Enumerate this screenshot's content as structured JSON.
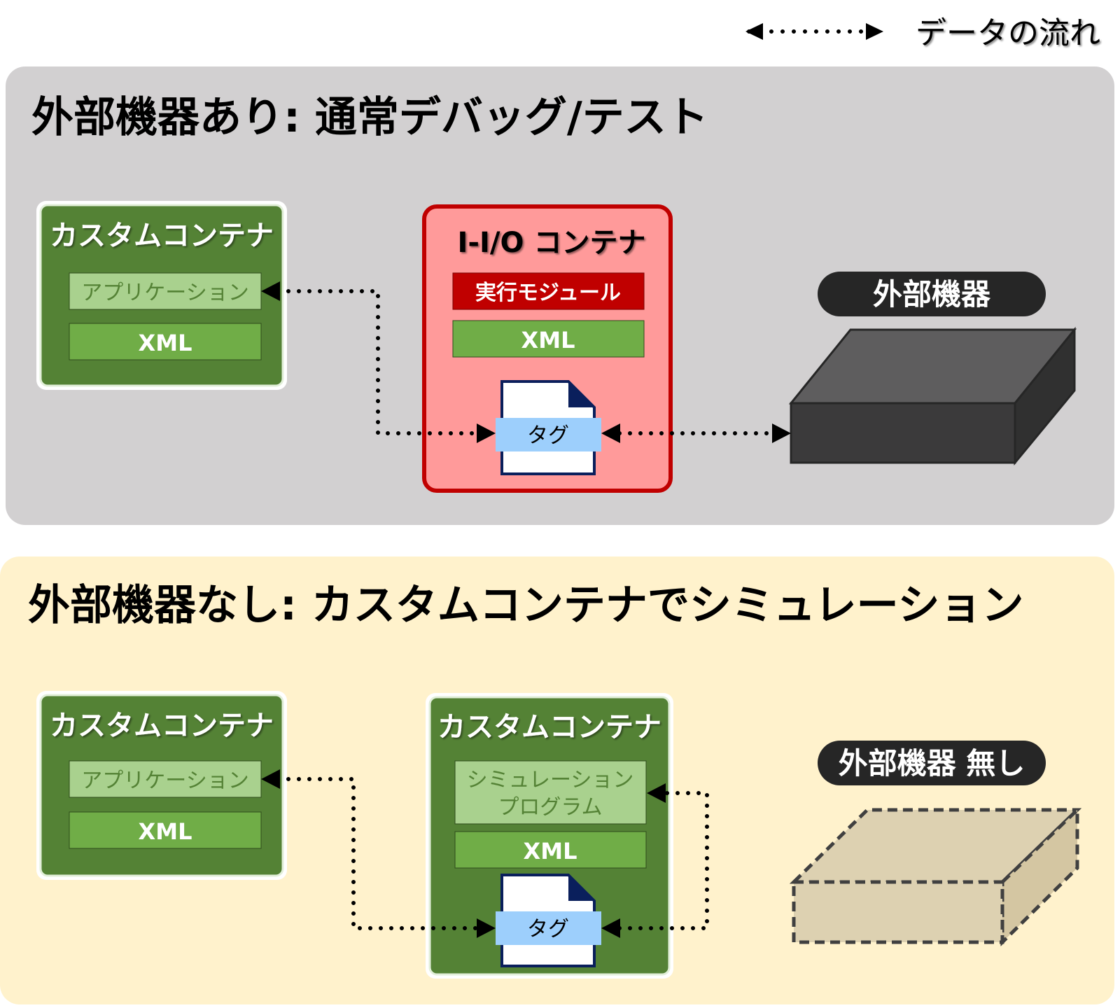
{
  "legend": {
    "label": "データの流れ"
  },
  "sections": [
    {
      "title": "外部機器あり:  通常デバッグ/テスト",
      "custom_container": {
        "title": "カスタムコンテナ",
        "application": "アプリケーション",
        "xml": "XML"
      },
      "io_container": {
        "title": "I-I/O コンテナ",
        "module": "実行モジュール",
        "xml": "XML",
        "tag": "タグ"
      },
      "device_label": "外部機器"
    },
    {
      "title": "外部機器なし: カスタムコンテナでシミュレーション",
      "custom_container": {
        "title": "カスタムコンテナ",
        "application": "アプリケーション",
        "xml": "XML"
      },
      "sim_container": {
        "title": "カスタムコンテナ",
        "program_line1": "シミュレーション",
        "program_line2": "プログラム",
        "xml": "XML",
        "tag": "タグ"
      },
      "device_label": "外部機器 無し"
    }
  ],
  "colors": {
    "panel_top": "#d2d0d1",
    "panel_bottom": "#fff2cc",
    "container_green": "#548235",
    "app_green": "#a9d18e",
    "xml_green": "#70ad47",
    "io_fill": "#ff9a9a",
    "io_border": "#c00000",
    "module_red": "#c00000",
    "tag_blue": "#9dcffc",
    "device_dark": "#3b3a3b",
    "device_ghost": "#ddd1b1"
  }
}
